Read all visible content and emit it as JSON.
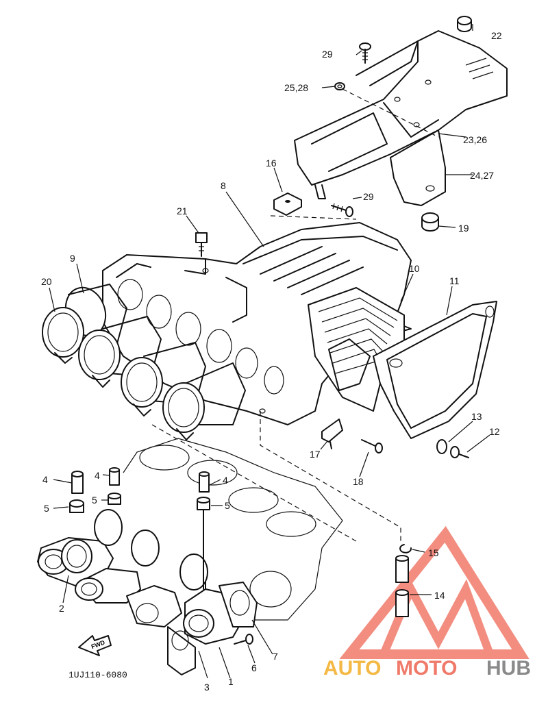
{
  "diagram_code": "1UJ110-6080",
  "fwd_label": "FWD",
  "watermark": {
    "brand_part1": "AUTO",
    "brand_part2": "MOTO",
    "brand_part3": "HUB",
    "color_primary": "#f07a6a",
    "color_secondary": "#f4b844",
    "color_gray": "#8a8a8a"
  },
  "callouts": [
    {
      "id": "c1",
      "text": "1"
    },
    {
      "id": "c2",
      "text": "2"
    },
    {
      "id": "c3",
      "text": "3"
    },
    {
      "id": "c4a",
      "text": "4"
    },
    {
      "id": "c4b",
      "text": "4"
    },
    {
      "id": "c4c",
      "text": "4"
    },
    {
      "id": "c5a",
      "text": "5"
    },
    {
      "id": "c5b",
      "text": "5"
    },
    {
      "id": "c5c",
      "text": "5"
    },
    {
      "id": "c6",
      "text": "6"
    },
    {
      "id": "c7",
      "text": "7"
    },
    {
      "id": "c8",
      "text": "8"
    },
    {
      "id": "c9",
      "text": "9"
    },
    {
      "id": "c10",
      "text": "10"
    },
    {
      "id": "c11",
      "text": "11"
    },
    {
      "id": "c12",
      "text": "12"
    },
    {
      "id": "c13",
      "text": "13"
    },
    {
      "id": "c14",
      "text": "14"
    },
    {
      "id": "c15",
      "text": "15"
    },
    {
      "id": "c16",
      "text": "16"
    },
    {
      "id": "c17",
      "text": "17"
    },
    {
      "id": "c18",
      "text": "18"
    },
    {
      "id": "c19",
      "text": "19"
    },
    {
      "id": "c20",
      "text": "20"
    },
    {
      "id": "c21",
      "text": "21"
    },
    {
      "id": "c22",
      "text": "22"
    },
    {
      "id": "c23",
      "text": "23,26"
    },
    {
      "id": "c24",
      "text": "24,27"
    },
    {
      "id": "c25",
      "text": "25,28"
    },
    {
      "id": "c29a",
      "text": "29"
    },
    {
      "id": "c29b",
      "text": "29"
    }
  ]
}
